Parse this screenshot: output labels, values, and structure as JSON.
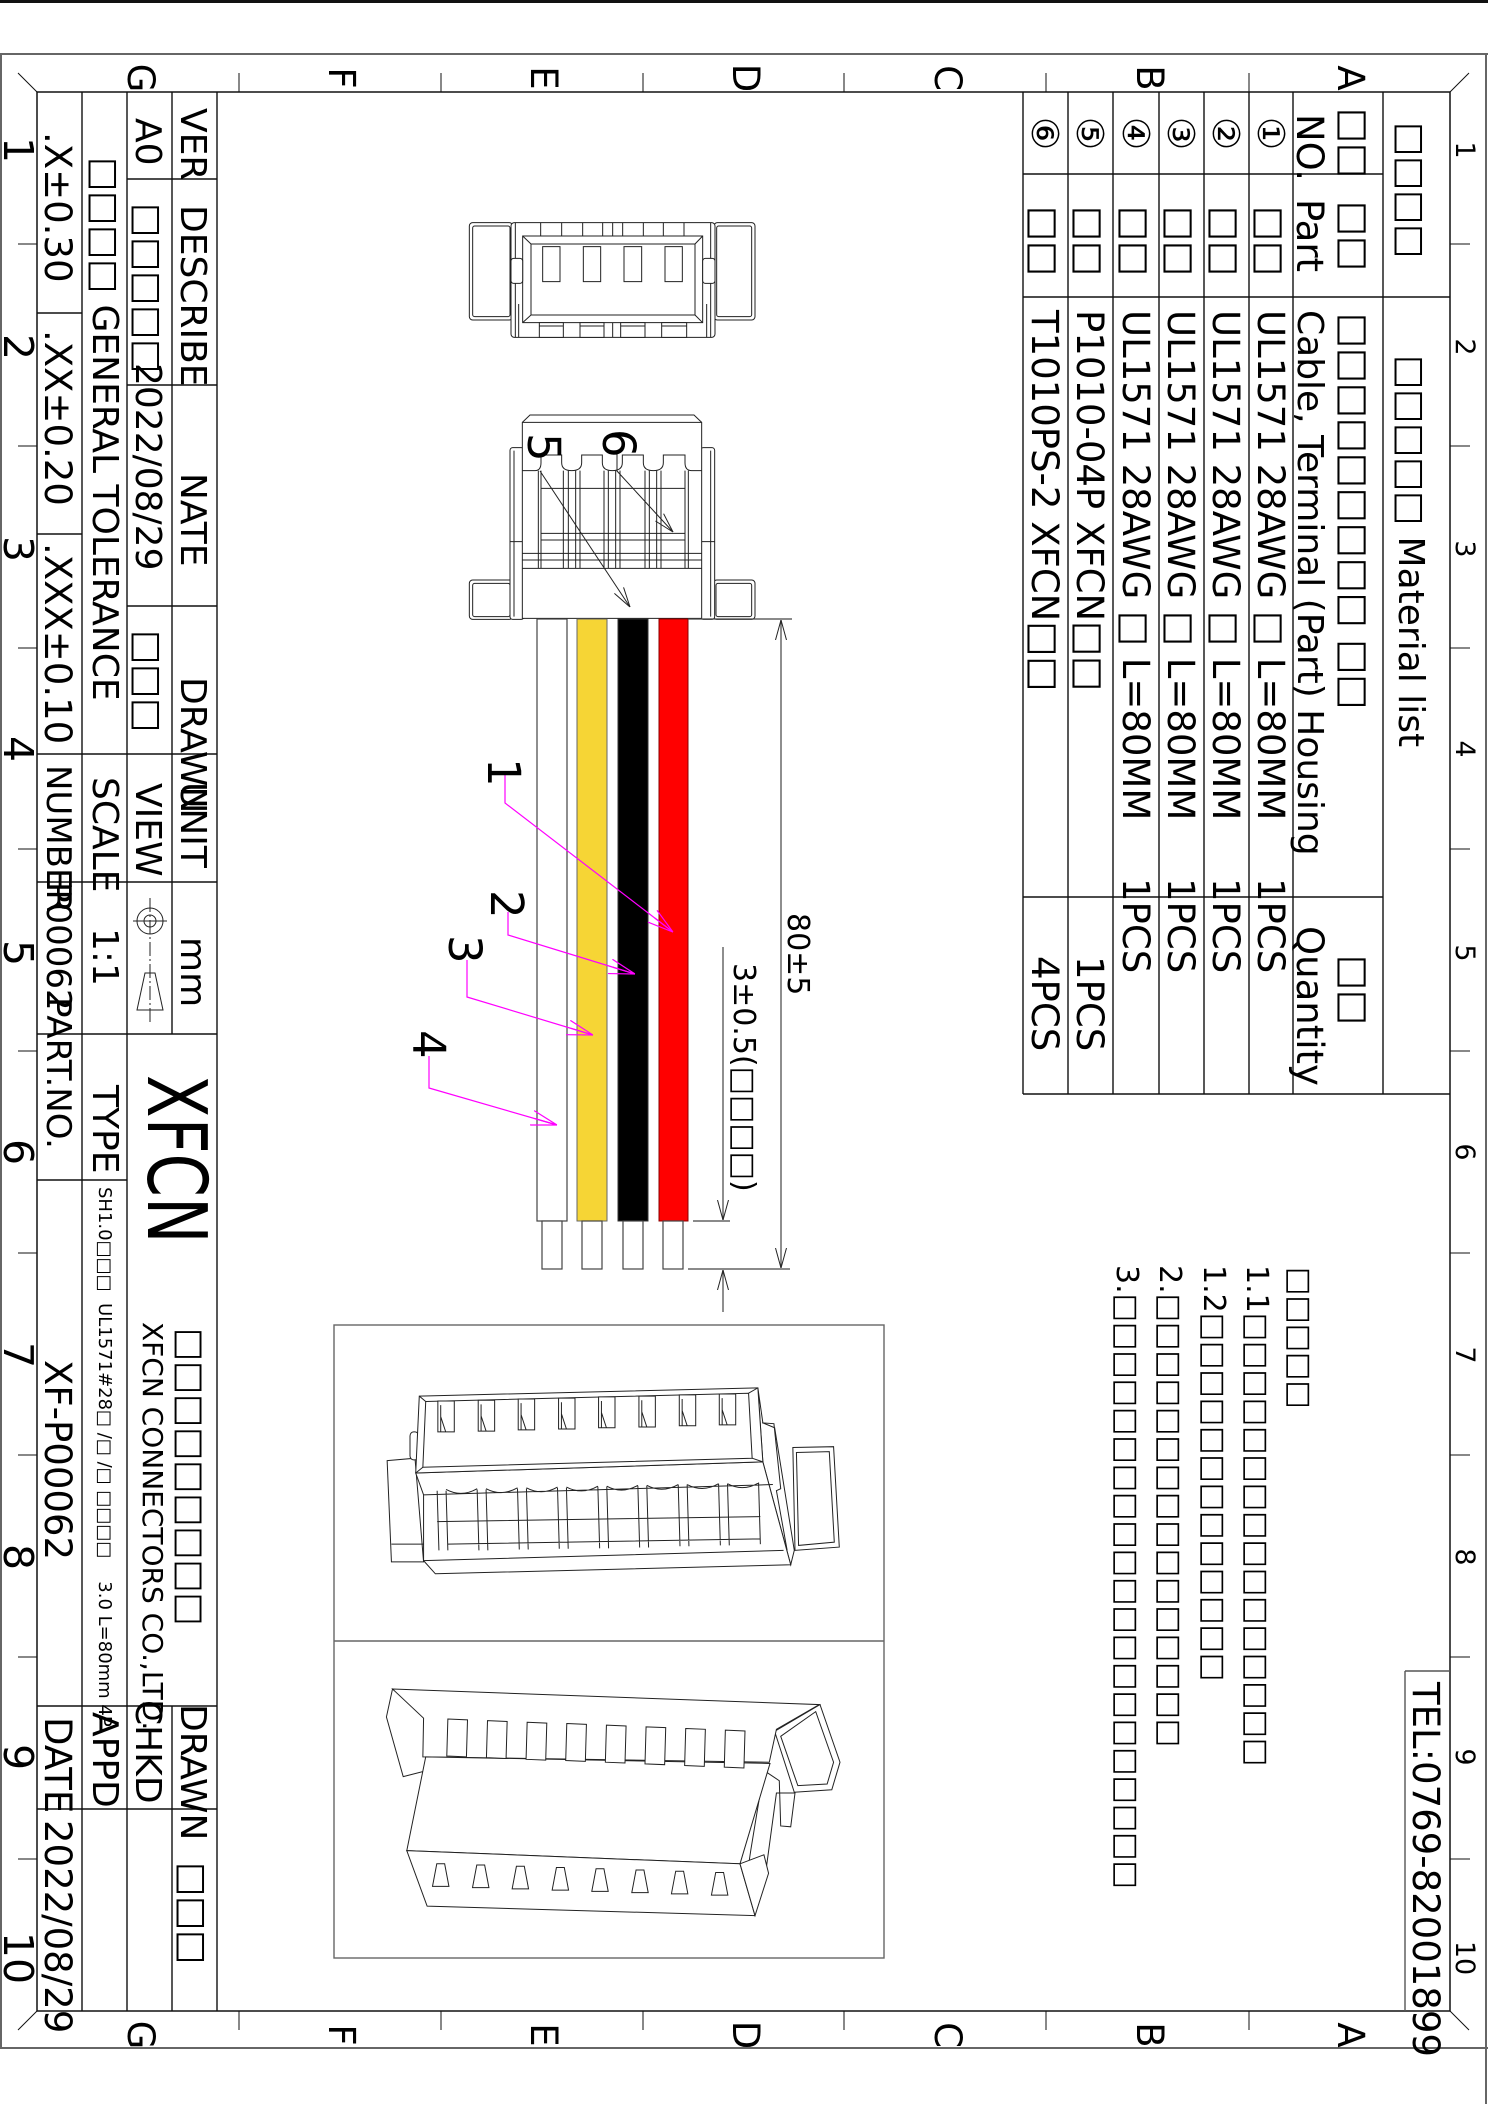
{
  "sheet": {
    "zone_columns": [
      "1",
      "2",
      "3",
      "4",
      "5",
      "6",
      "7",
      "8",
      "9",
      "10"
    ],
    "zone_rows": [
      "A",
      "B",
      "C",
      "D",
      "E",
      "F",
      "G"
    ],
    "tel": "TEL:0769-82001899"
  },
  "material_list": {
    "title_cn": "□□□□",
    "title": "□□□□□ Material list",
    "headers": [
      {
        "cn": "□□",
        "en": "NO."
      },
      {
        "cn": "□□",
        "en": "Part"
      },
      {
        "cn": "□□□□□□□□□ □□",
        "en": "Cable, Terminal (Part) Housing"
      },
      {
        "cn": "□□",
        "en": "Quantity"
      }
    ],
    "rows": [
      {
        "no": "①",
        "part": "□□",
        "description": "UL1571 28AWG □ L=80MM",
        "quantity": "1PCS"
      },
      {
        "no": "②",
        "part": "□□",
        "description": "UL1571 28AWG □ L=80MM",
        "quantity": "1PCS"
      },
      {
        "no": "③",
        "part": "□□",
        "description": "UL1571 28AWG □ L=80MM",
        "quantity": "1PCS"
      },
      {
        "no": "④",
        "part": "□□",
        "description": "UL1571 28AWG □ L=80MM",
        "quantity": "1PCS"
      },
      {
        "no": "⑤",
        "part": "□□",
        "description": "P1010-04P XFCN□□",
        "quantity": "1PCS"
      },
      {
        "no": "⑥",
        "part": "□□",
        "description": "T1010PS-2 XFCN□□",
        "quantity": "4PCS"
      }
    ]
  },
  "notes": {
    "title": "□□□□□",
    "items": [
      "1.1□□□□□□□□□□□□□□□□",
      "1.2□□□□□□□□□□□□□",
      "2.□□□□□□□□□□□□□□□□",
      "3.□□□□□□□□□□□□□□□□□□□□□"
    ]
  },
  "drawing": {
    "callouts": [
      "1",
      "2",
      "3",
      "4",
      "5",
      "6"
    ],
    "dimensions": {
      "overall_length": "80±5",
      "strip_length": "3±0.5(□□□□)"
    },
    "wires": [
      {
        "label": "4",
        "color": "#FFFFFF"
      },
      {
        "label": "3",
        "color": "#F6D535"
      },
      {
        "label": "2",
        "color": "#000000"
      },
      {
        "label": "1",
        "color": "#FF0000"
      }
    ],
    "leader_color": "#FF00FF"
  },
  "title_block": {
    "revision": {
      "headers": {
        "ver": "VER",
        "describe": "DESCRIBE",
        "date": "NATE",
        "drawn": "DRAWN"
      },
      "row": {
        "ver": "A0",
        "describe": "□□□□□",
        "date": "2022/08/29",
        "drawn": "□□□"
      }
    },
    "tolerance": {
      "label": "□□□□ GENERAL TOLERANCE",
      "one_decimal": ".X±0.30",
      "two_decimal": ".XX±0.20",
      "three_decimal": ".XXX±0.10"
    },
    "unit": {
      "label": "UNIT",
      "value": "mm"
    },
    "view": {
      "label": "VIEW",
      "symbol": "first-angle-projection-icon"
    },
    "scale": {
      "label": "SCALE",
      "value": "1:1"
    },
    "number": {
      "label": "NUMBER",
      "value": "P00062"
    },
    "logo": "XFCN",
    "company_cn": "□□□□□□□□□",
    "company_en": "XFCN CONNECTORS CO.,LTD.",
    "type": {
      "label": "TYPE",
      "value": "SH1.0□□□  UL1571#28□ /□ /□ □□□□    3.0 L=80mm 4P"
    },
    "part_no": {
      "label": "PART.NO.",
      "value": "XF-P00062"
    },
    "signoff": {
      "drawn": {
        "label": "DRAWN",
        "value": "□□□"
      },
      "checked": {
        "label": "CHKD"
      },
      "approved": {
        "label": "APPD"
      },
      "date": {
        "label": "DATE",
        "value": "2022/08/29"
      }
    }
  }
}
